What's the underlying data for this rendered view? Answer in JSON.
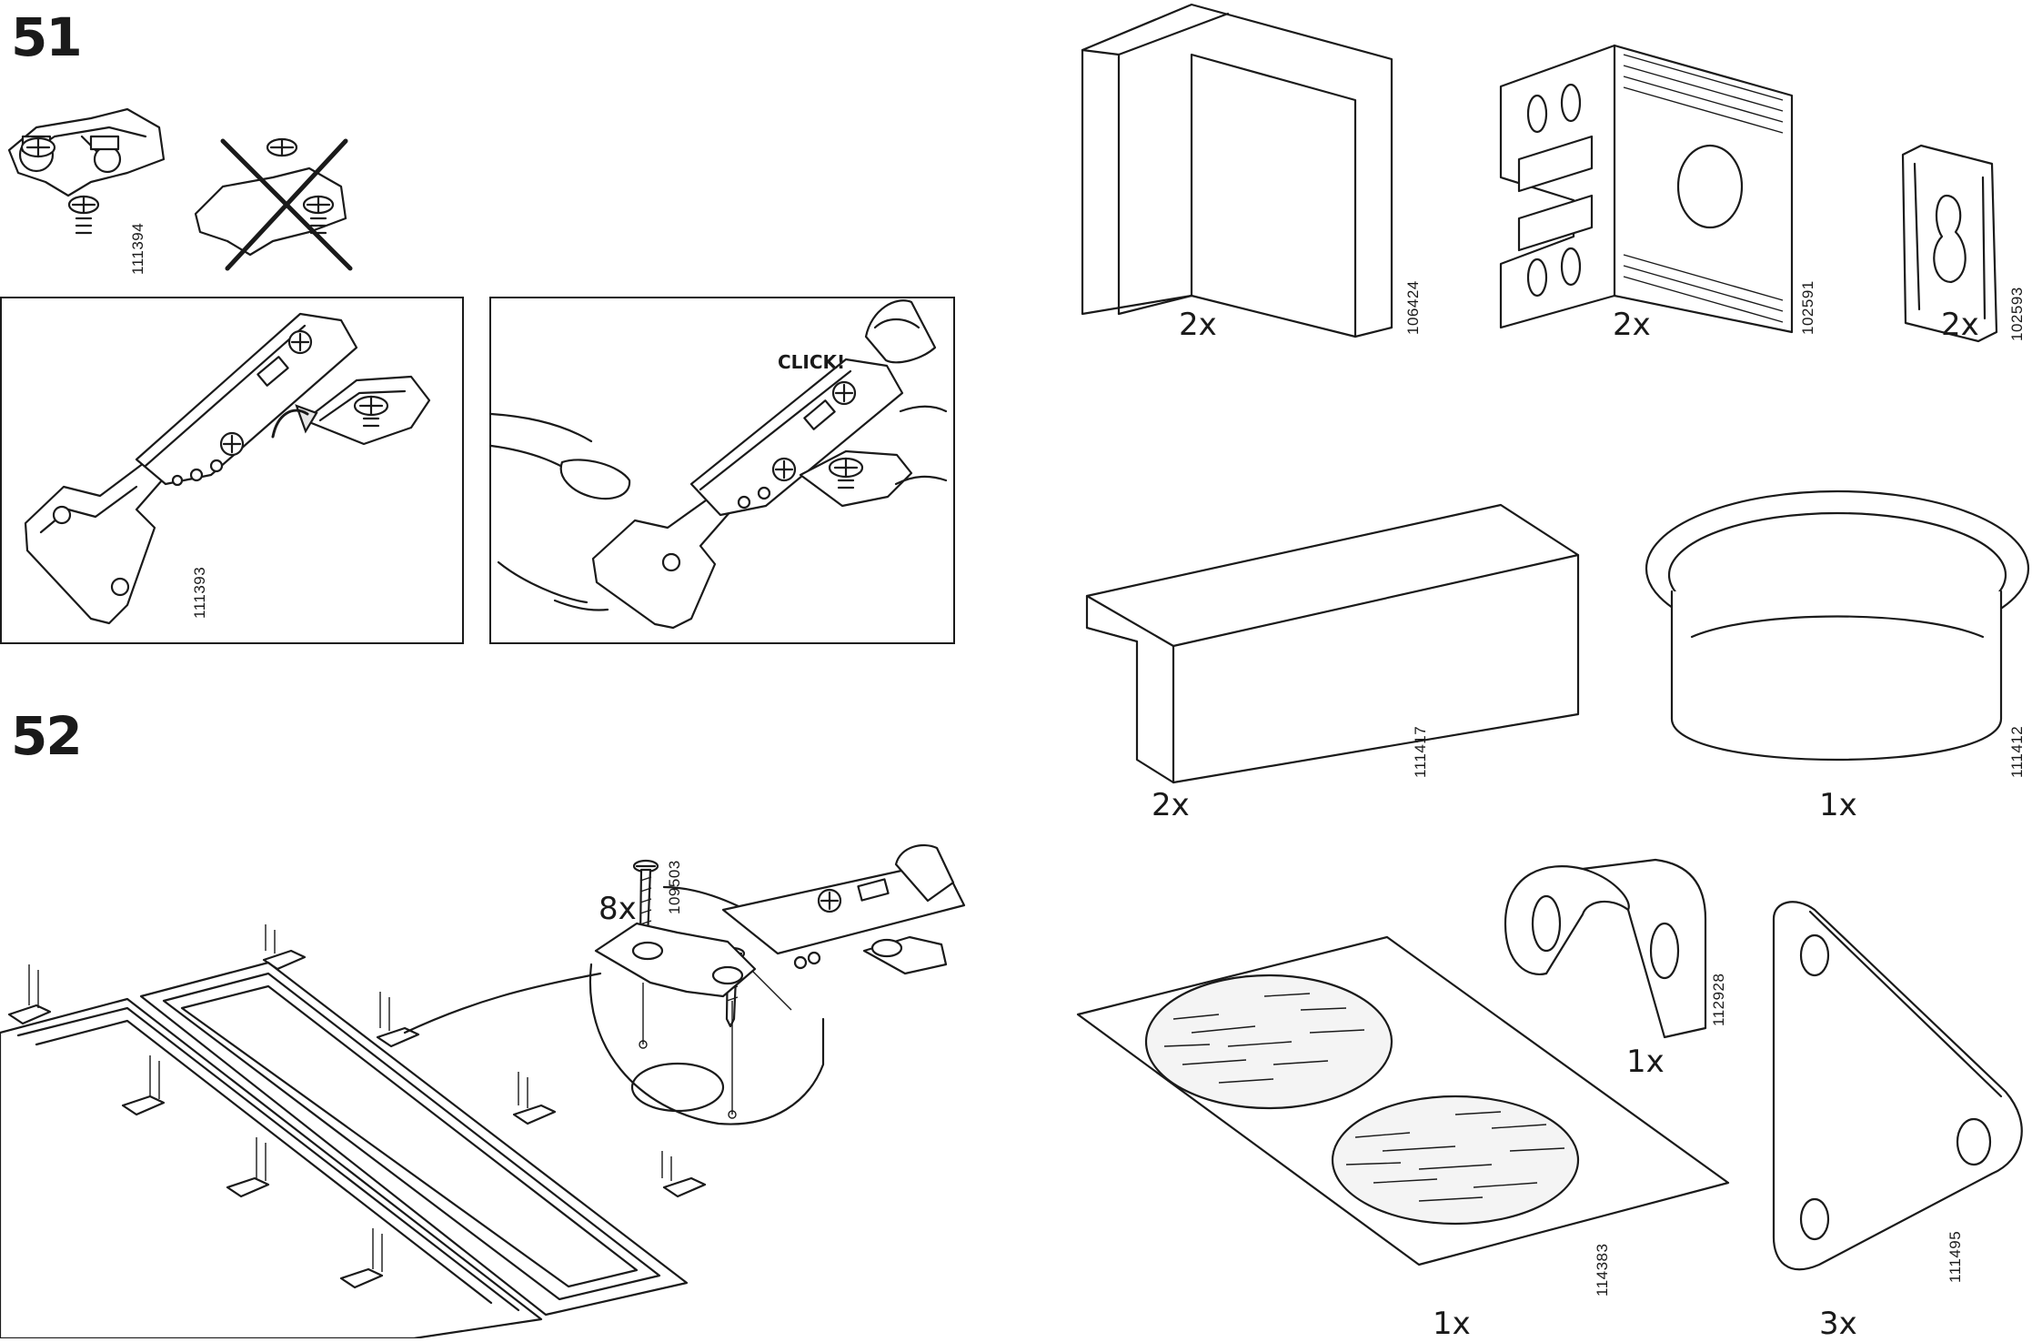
{
  "steps": {
    "step51": "51",
    "step52": "52"
  },
  "step51": {
    "correct_code": "111394",
    "hinge_code": "111393",
    "click_label": "CLICK!"
  },
  "step52": {
    "screw_qty": "8x",
    "screw_code": "109503"
  },
  "parts": [
    {
      "qty": "2x",
      "code": "106424"
    },
    {
      "qty": "2x",
      "code": "102591"
    },
    {
      "qty": "2x",
      "code": "102593"
    },
    {
      "qty": "2x",
      "code": "111417"
    },
    {
      "qty": "1x",
      "code": "111412"
    },
    {
      "qty": "1x",
      "code": "114383"
    },
    {
      "qty": "1x",
      "code": "112928"
    },
    {
      "qty": "3x",
      "code": "111495"
    }
  ]
}
